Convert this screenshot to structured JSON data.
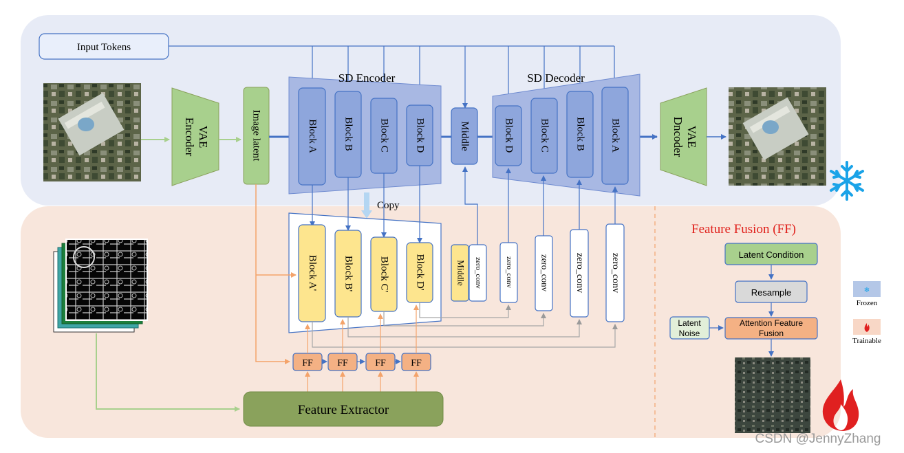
{
  "labels": {
    "input_tokens": "Input Tokens",
    "vae_encoder_line1": "VAE",
    "vae_encoder_line2": "Encoder",
    "vae_decoder_line1": "VAE",
    "vae_decoder_line2": "Dncoder",
    "image_latent": "Image latent",
    "sd_encoder": "SD Encoder",
    "sd_decoder": "SD Decoder",
    "middle": "Middle",
    "copy": "Copy",
    "zero_conv": "zero_conv",
    "ff": "FF",
    "feature_extractor": "Feature Extractor",
    "ff_section_title": "Feature Fusion (FF)",
    "latent_condition": "Latent Condition",
    "resample": "Resample",
    "latent_noise_line1": "Latent",
    "latent_noise_line2": "Noise",
    "attention_ff_line1": "Attention Feature",
    "attention_ff_line2": "Fusion",
    "legend_frozen": "Frozen",
    "legend_trainable": "Trainable",
    "watermark": "CSDN @JennyZhang"
  },
  "encoder_blocks": [
    "Block A",
    "Block B",
    "Block C",
    "Block D"
  ],
  "decoder_blocks": [
    "Block D",
    "Block C",
    "Block B",
    "Block A"
  ],
  "control_blocks": [
    "Block A'",
    "Block B'",
    "Block C'",
    "Block D'"
  ],
  "colors": {
    "frozen_bg": "#e7ebf6",
    "trainable_bg": "#f8e6dc",
    "block_blue": "#8ea6dc",
    "trap_blue": "#a8b8e3",
    "block_yellow": "#fde58e",
    "ff_orange": "#f4b184",
    "green": "#a8d08d",
    "dark_green": "#8aa25c",
    "edge_blue": "#4472c4",
    "flame_red": "#e02020",
    "snow_blue": "#1aa3e8",
    "title_red": "#e0201b"
  }
}
